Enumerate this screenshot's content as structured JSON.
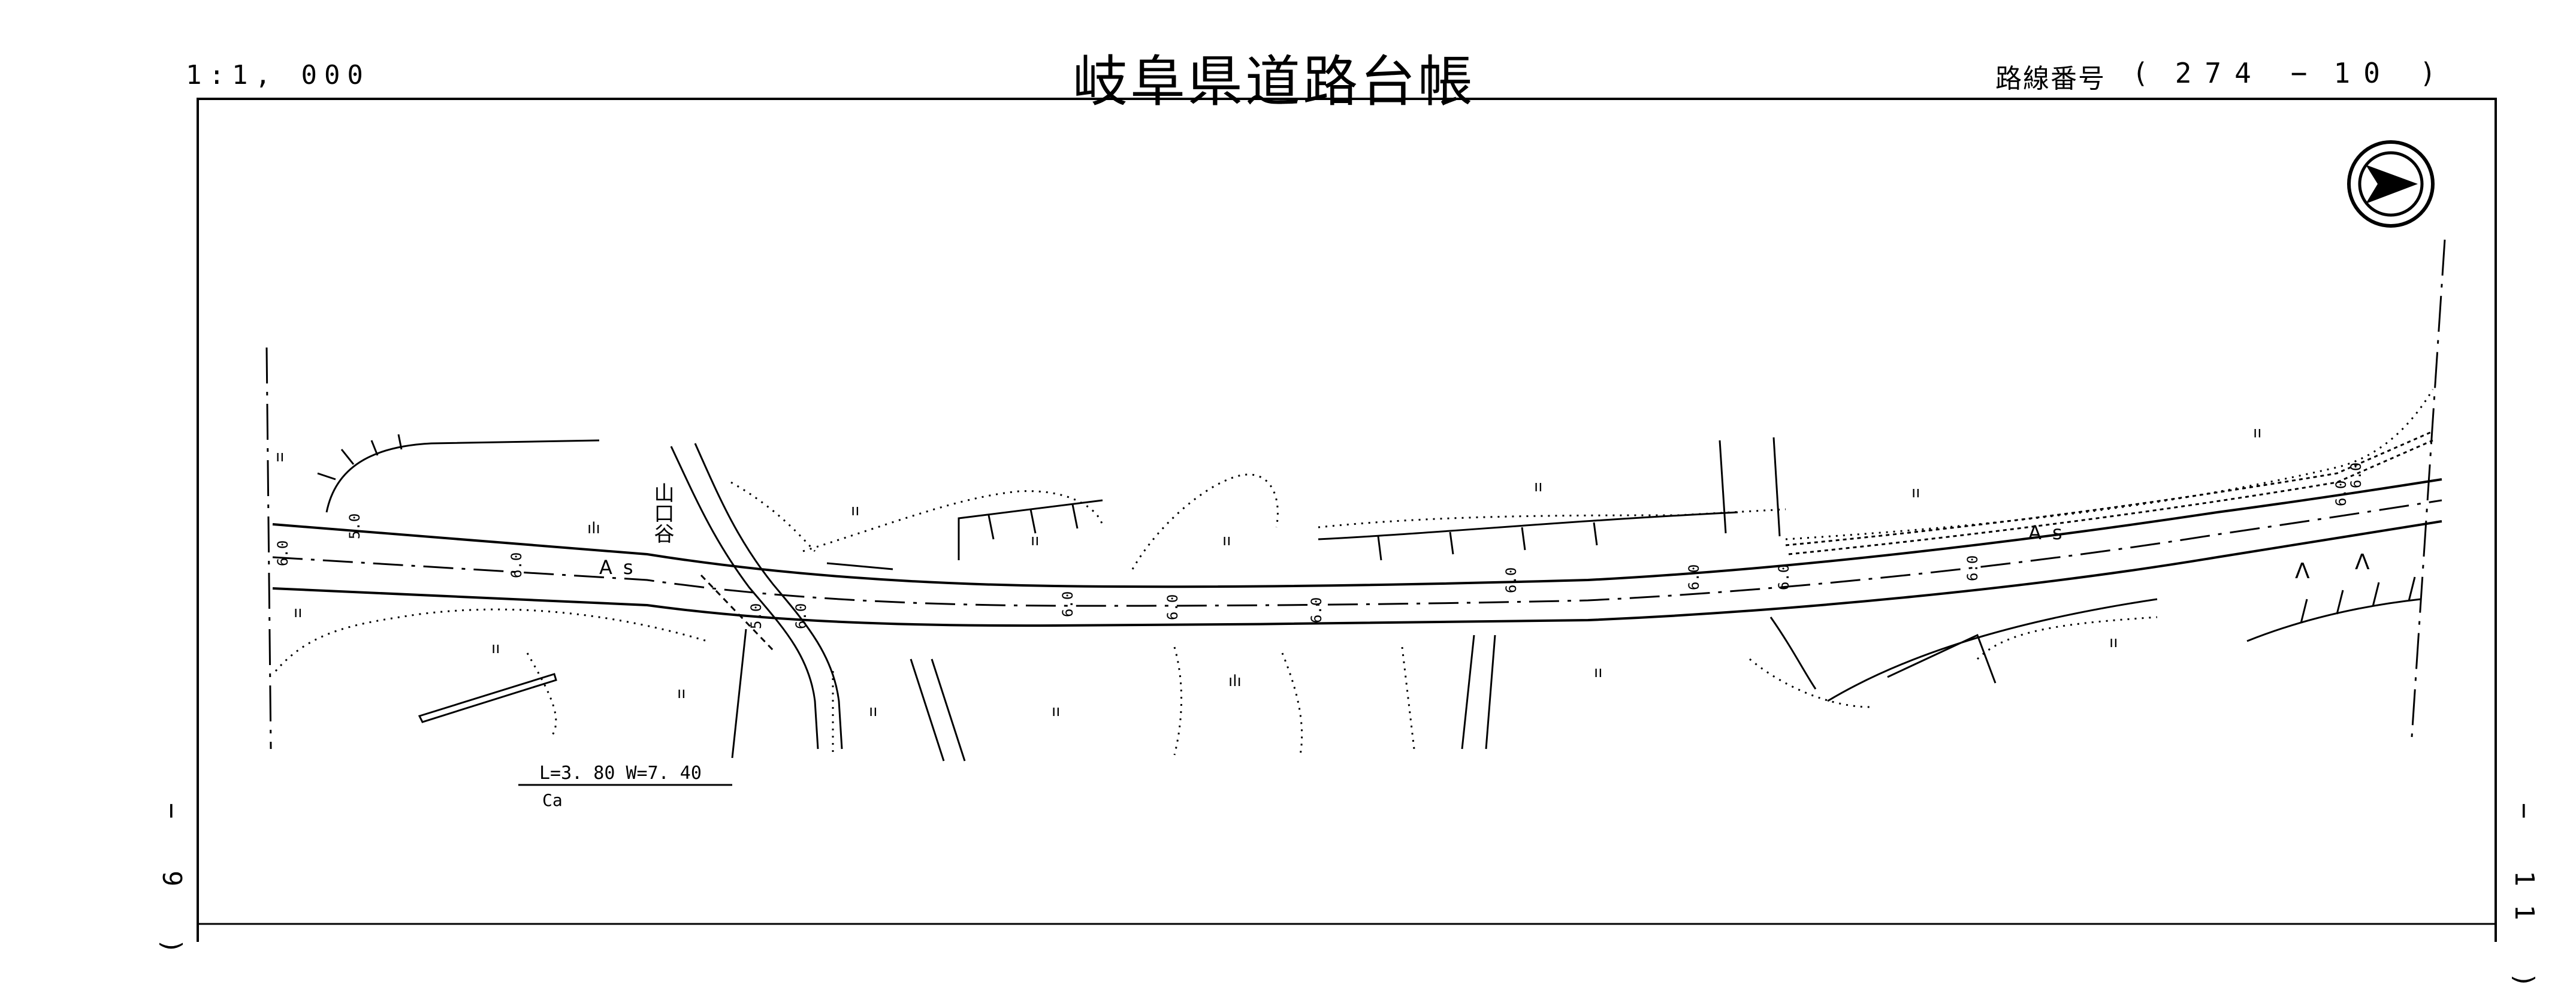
{
  "header": {
    "scale": "1:1, 000",
    "title": "岐阜県道路台帳",
    "route_label": "路線番号",
    "route_open": "(",
    "route_number": "274",
    "route_dash": "−",
    "route_sheet": "10",
    "route_close": ")"
  },
  "sheet_links": {
    "left": "− 9 )",
    "right": "− 11 )"
  },
  "map": {
    "stream_label": "山口谷",
    "pavement_label_1": "As",
    "pavement_label_2": "As",
    "bridge_dims": "L=3. 80  W=7. 40",
    "bridge_type": "Ca",
    "width_marks": [
      "6.0",
      "5.0",
      "6.0",
      "5.0",
      "6.0",
      "6.0",
      "6.0",
      "6.0",
      "6.0",
      "6.0",
      "6.0",
      "6.0",
      "6.0",
      "6.0"
    ],
    "field_marks": [
      "ıı",
      "ıı",
      "ıı",
      "ıı",
      "ıı",
      "ıı",
      "ıı",
      "ıı",
      "ıı",
      "ıı",
      "ıı",
      "ıı",
      "ıı",
      "ıı"
    ],
    "orchard_marks": [
      "ılı",
      "ılı"
    ],
    "wild_marks": [
      "Λ",
      "Λ"
    ]
  },
  "north_arrow": {
    "icon": "north-arrow-icon"
  },
  "colors": {
    "ink": "#000000",
    "paper": "#ffffff"
  }
}
